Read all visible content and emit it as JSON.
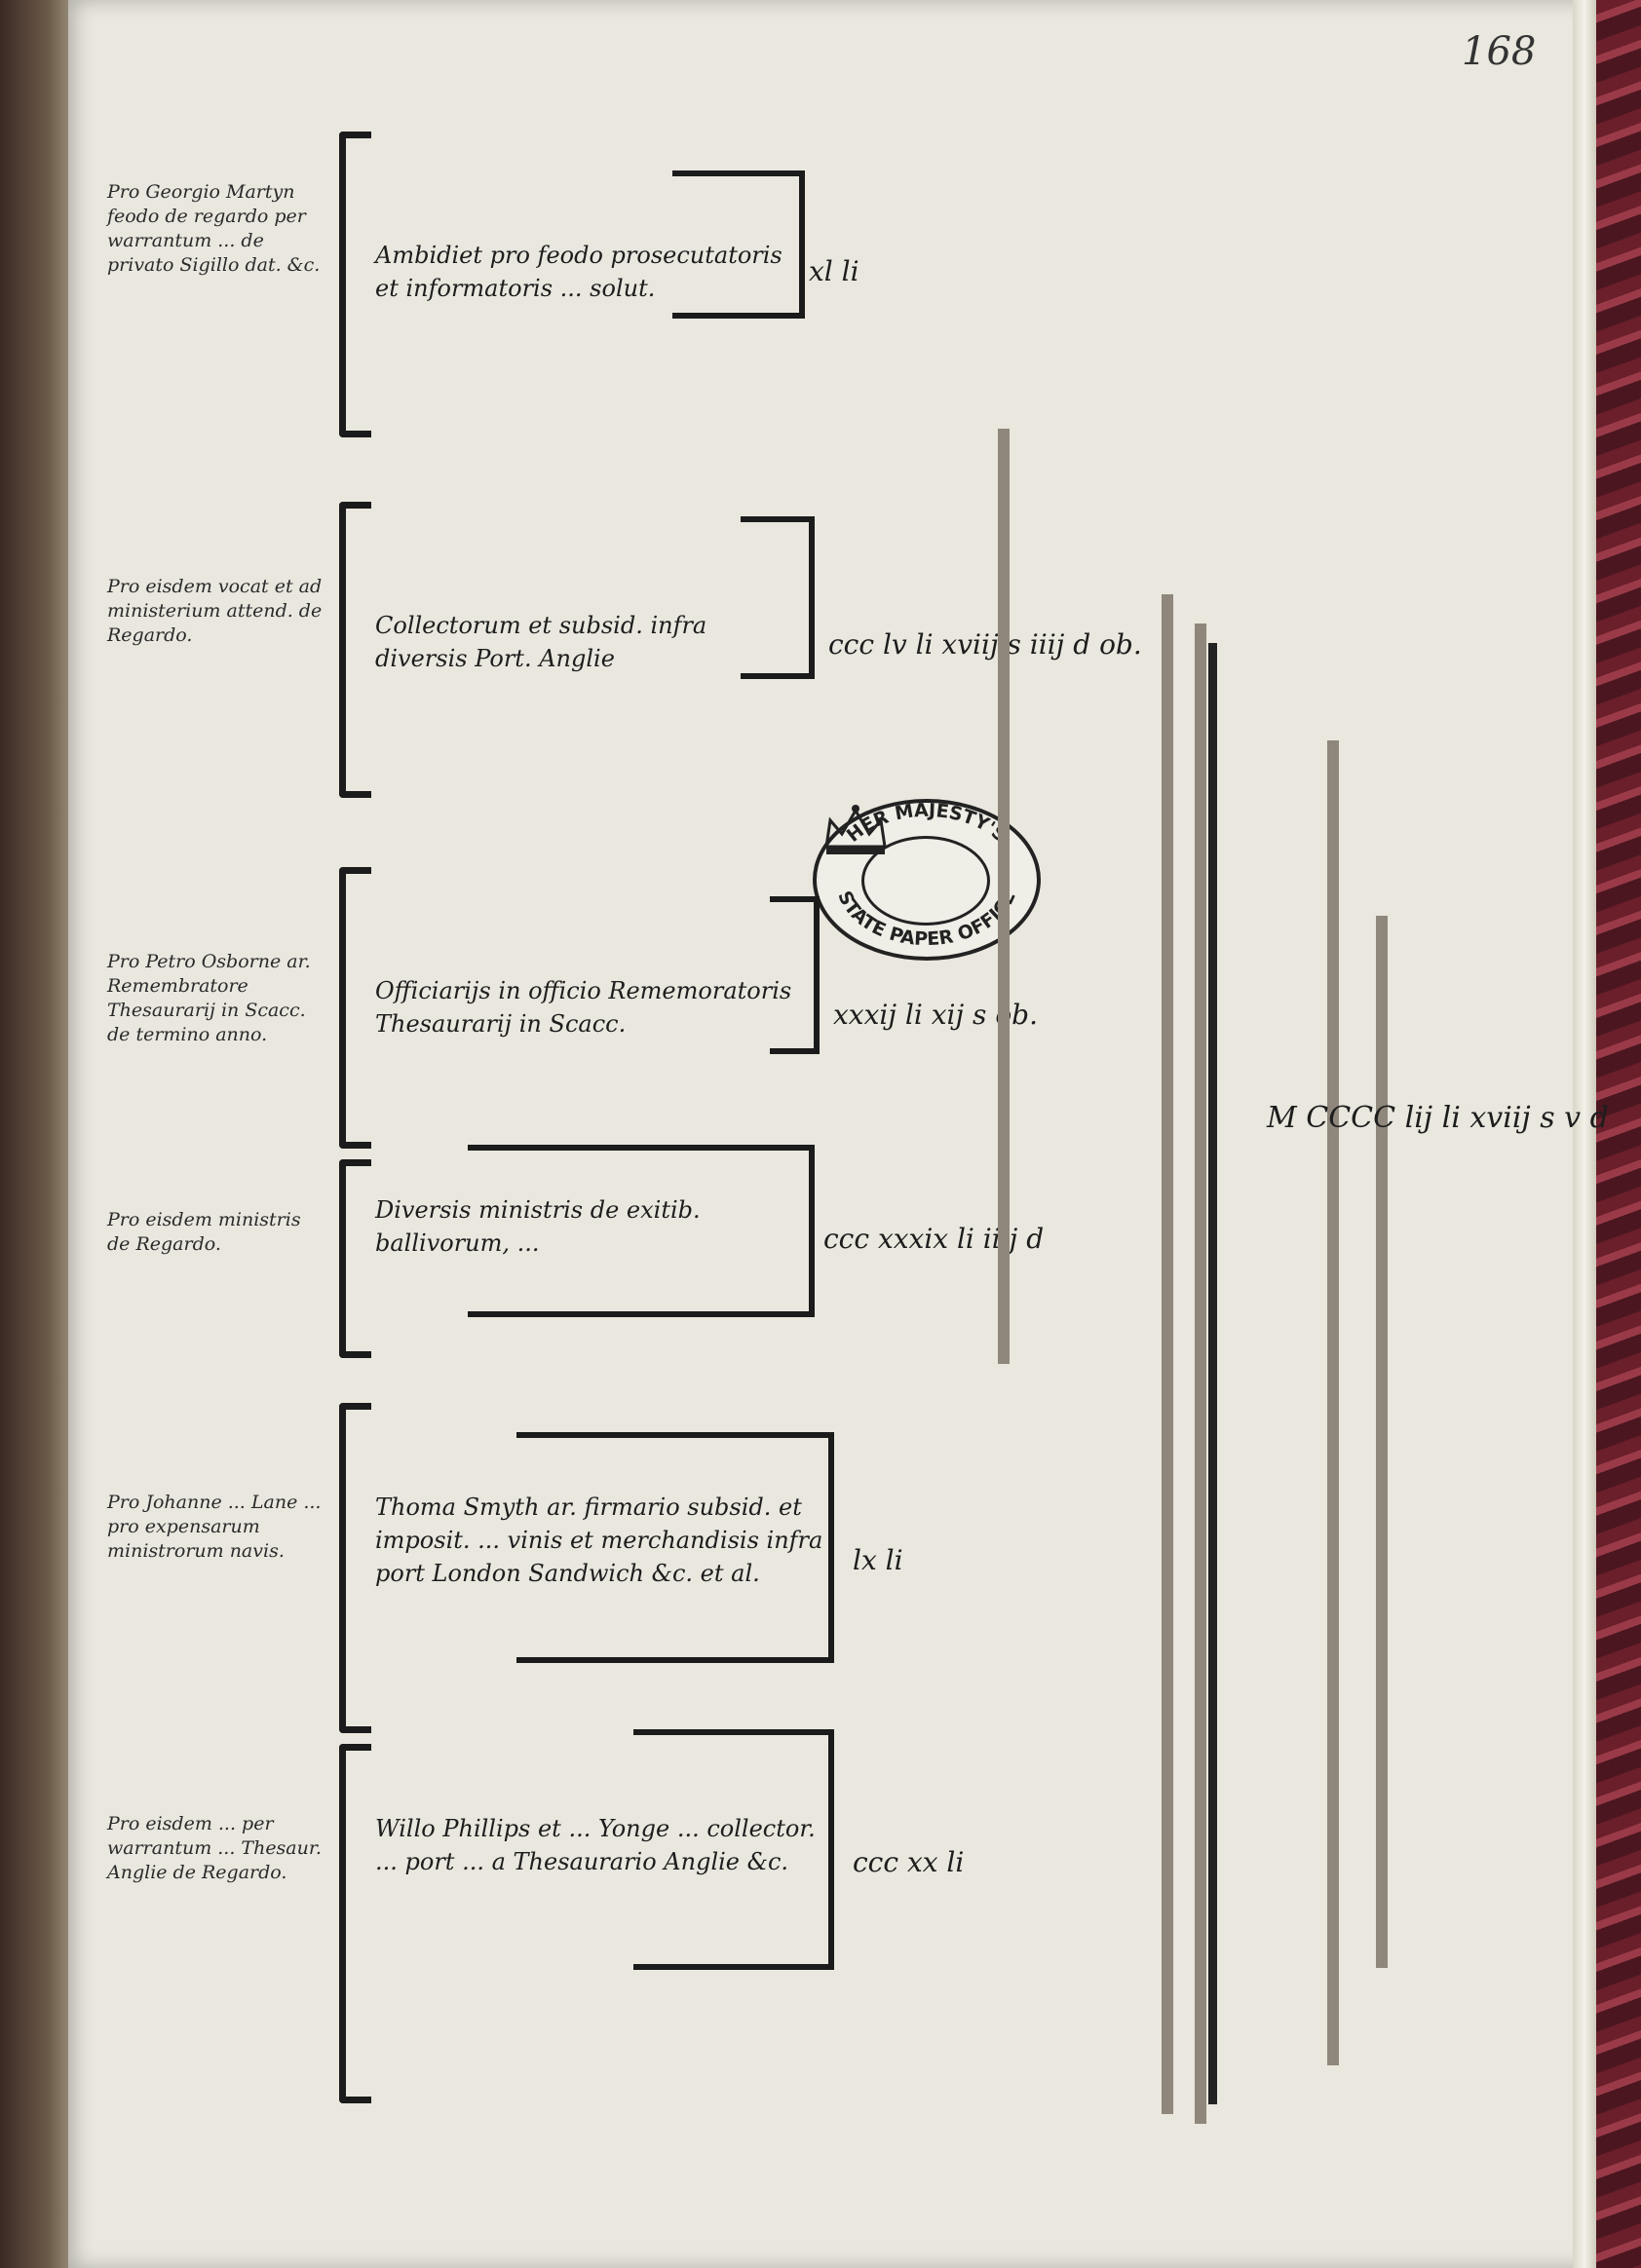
{
  "folio": "168",
  "entries": [
    {
      "margin": "Pro Georgio Martyn feodo de regardo per warrantum ... de privato Sigillo dat. &c.",
      "text": "Ambidiet pro feodo prosecutatoris et informatoris ... solut.",
      "amount": "xl li"
    },
    {
      "margin": "Pro eisdem vocat et ad ministerium attend. de Regardo.",
      "text": "Collectorum et subsid. infra diversis Port. Anglie",
      "amount": "ccc lv li xviij s iiij d ob."
    },
    {
      "margin": "Pro Petro Osborne ar. Remembratore Thesaurarij in Scacc. de termino anno.",
      "text": "Officiarijs in officio Rememoratoris Thesaurarij in Scacc.",
      "amount": "xxxij li xij s ob."
    },
    {
      "margin": "Pro eisdem ministris de Regardo.",
      "text": "Diversis ministris de exitib. ballivorum, ...",
      "amount": "ccc xxxix li iiij d"
    },
    {
      "margin": "Pro Johanne ... Lane ... pro expensarum ministrorum navis.",
      "text": "Thoma Smyth ar. firmario subsid. et imposit. ... vinis et merchandisis infra port London Sandwich &c. et al.",
      "amount": "lx li"
    },
    {
      "margin": "Pro eisdem ... per warrantum ... Thesaur. Anglie de Regardo.",
      "text": "Willo Phillips et ... Yonge ... collector. ... port ... a Thesaurario Anglie &c.",
      "amount": "ccc xx li"
    }
  ],
  "grand_total": "M CCCC lij li xviij s v d",
  "stamp": {
    "text": "HER MAJESTY'S STATE PAPER OFFICE",
    "icon": "crown-icon"
  }
}
